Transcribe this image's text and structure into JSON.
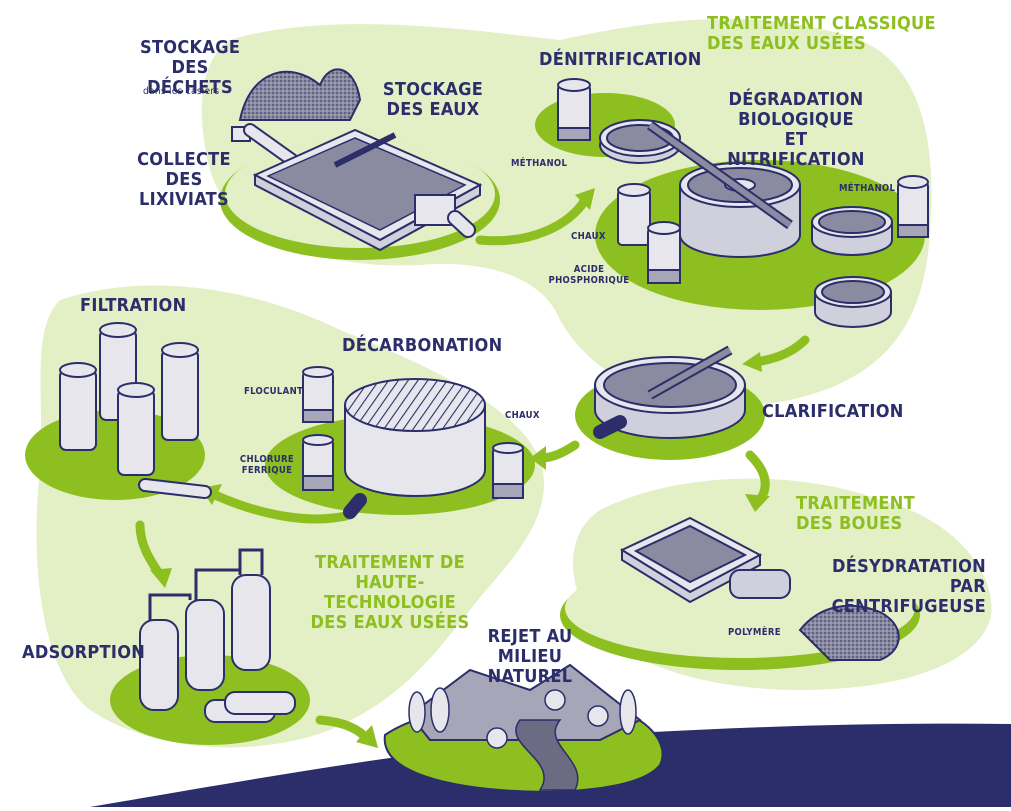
{
  "colors": {
    "navy": "#2b2e6a",
    "green": "#8cbf1f",
    "pale_green": "#e3efc5",
    "grey": "#e6e6ec",
    "dark_grey": "#6b6b84"
  },
  "sections": {
    "classic": "TRAITEMENT CLASSIQUE\nDES EAUX USÉES",
    "boues": "TRAITEMENT\nDES BOUES",
    "high_tech": "TRAITEMENT DE\nHAUTE-TECHNOLOGIE\nDES EAUX USÉES"
  },
  "stages": {
    "stockage_dechets": "STOCKAGE\nDES DÉCHETS",
    "dans_casiers": "dans les casiers",
    "collecte": "COLLECTE\nDES LIXIVIATS",
    "stockage_eaux": "STOCKAGE\nDES EAUX",
    "denitrification": "DÉNITRIFICATION",
    "degradation": "DÉGRADATION\nBIOLOGIQUE ET\nNITRIFICATION",
    "clarification": "CLARIFICATION",
    "deshydratation": "DÉSYDRATATION PAR\nCENTRIFUGEUSE",
    "decarbonation": "DÉCARBONATION",
    "filtration": "FILTRATION",
    "adsorption": "ADSORPTION",
    "rejet": "REJET AU\nMILIEU NATUREL"
  },
  "chemicals": {
    "methanol_left": "MÉTHANOL",
    "methanol_right": "MÉTHANOL",
    "chaux_top": "CHAUX",
    "acide": "ACIDE\nPHOSPHORIQUE",
    "polymere": "POLYMÈRE",
    "floculant": "FLOCULANT",
    "chlorure": "CHLORURE\nFERRIQUE",
    "chaux_mid": "CHAUX"
  }
}
